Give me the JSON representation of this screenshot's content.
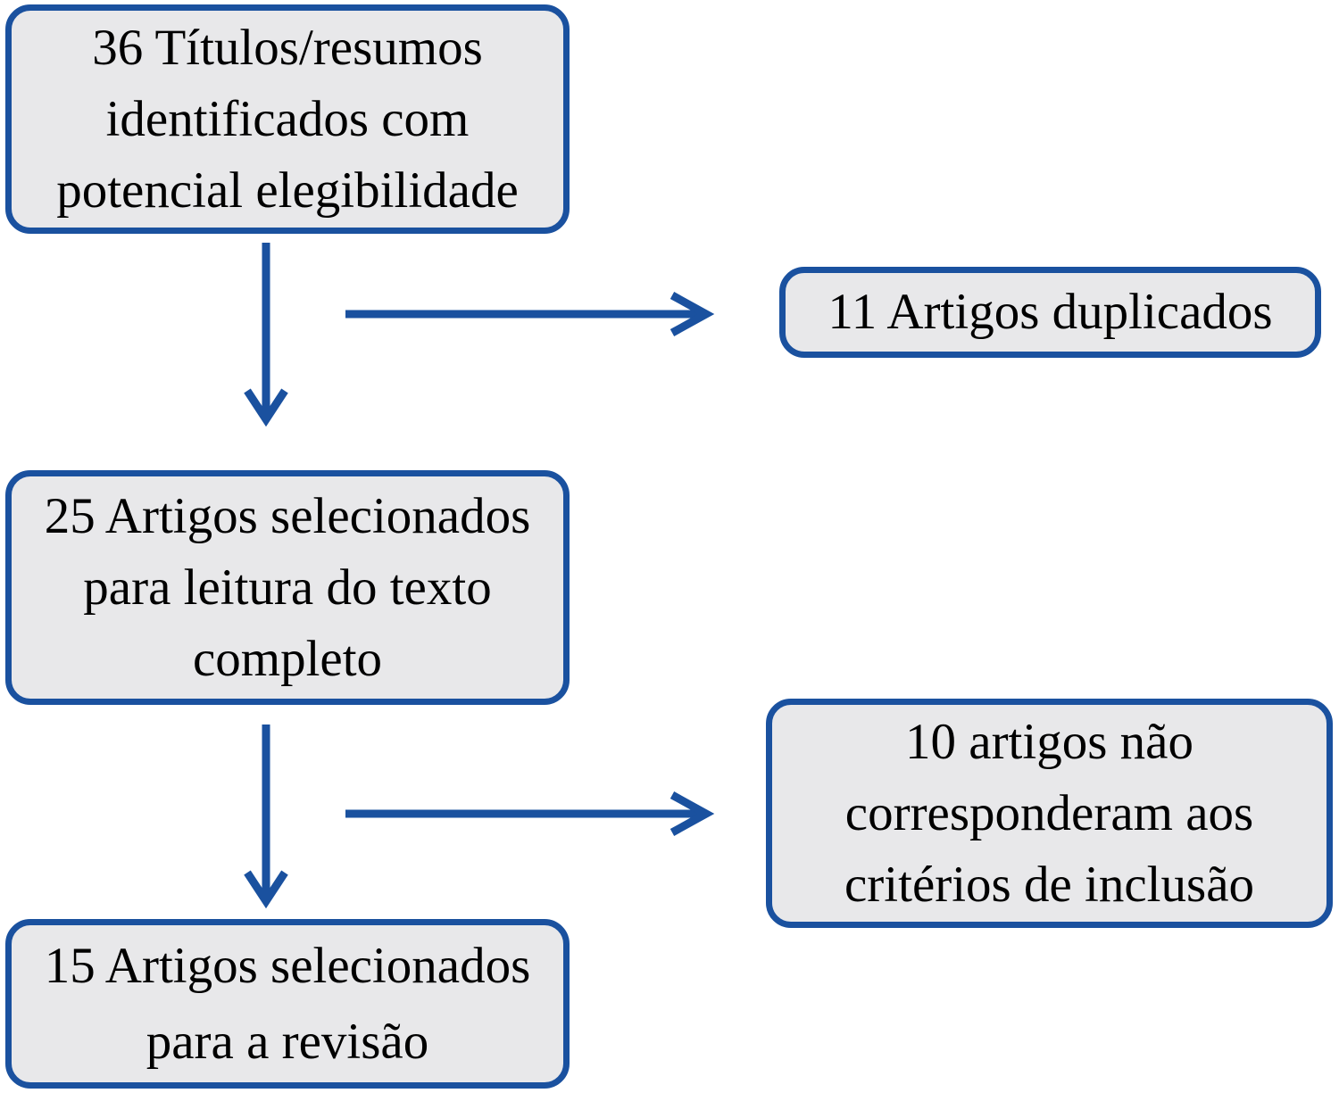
{
  "colors": {
    "accent": "#1a519f",
    "box-fill": "#e8e8ea",
    "background": "#ffffff",
    "text": "#000000"
  },
  "diagram": {
    "type": "flowchart",
    "language": "pt",
    "boxes": {
      "identified": {
        "count": 36,
        "text": "36 Títulos/resumos identificados com potencial elegibilidade",
        "lines": [
          "36 Títulos/resumos",
          "identificados com",
          "potencial elegibilidade"
        ]
      },
      "duplicates": {
        "count": 11,
        "text": "11 Artigos duplicados",
        "lines": [
          "11 Artigos duplicados"
        ]
      },
      "fulltext": {
        "count": 25,
        "text": "25 Artigos selecionados para leitura do texto completo",
        "lines": [
          "25 Artigos selecionados",
          "para leitura do texto",
          "completo"
        ]
      },
      "excluded": {
        "count": 10,
        "text": "10 artigos não corresponderam aos critérios de inclusão",
        "lines": [
          "10 artigos não",
          "corresponderam aos",
          "critérios de inclusão"
        ]
      },
      "included": {
        "count": 15,
        "text": "15 Artigos selecionados para a revisão",
        "lines": [
          "15 Artigos selecionados",
          "para a revisão"
        ]
      }
    },
    "edges": [
      {
        "from": "identified",
        "to": "fulltext",
        "direction": "down"
      },
      {
        "from": "identified",
        "to": "duplicates",
        "direction": "right"
      },
      {
        "from": "fulltext",
        "to": "included",
        "direction": "down"
      },
      {
        "from": "fulltext",
        "to": "excluded",
        "direction": "right"
      }
    ]
  }
}
